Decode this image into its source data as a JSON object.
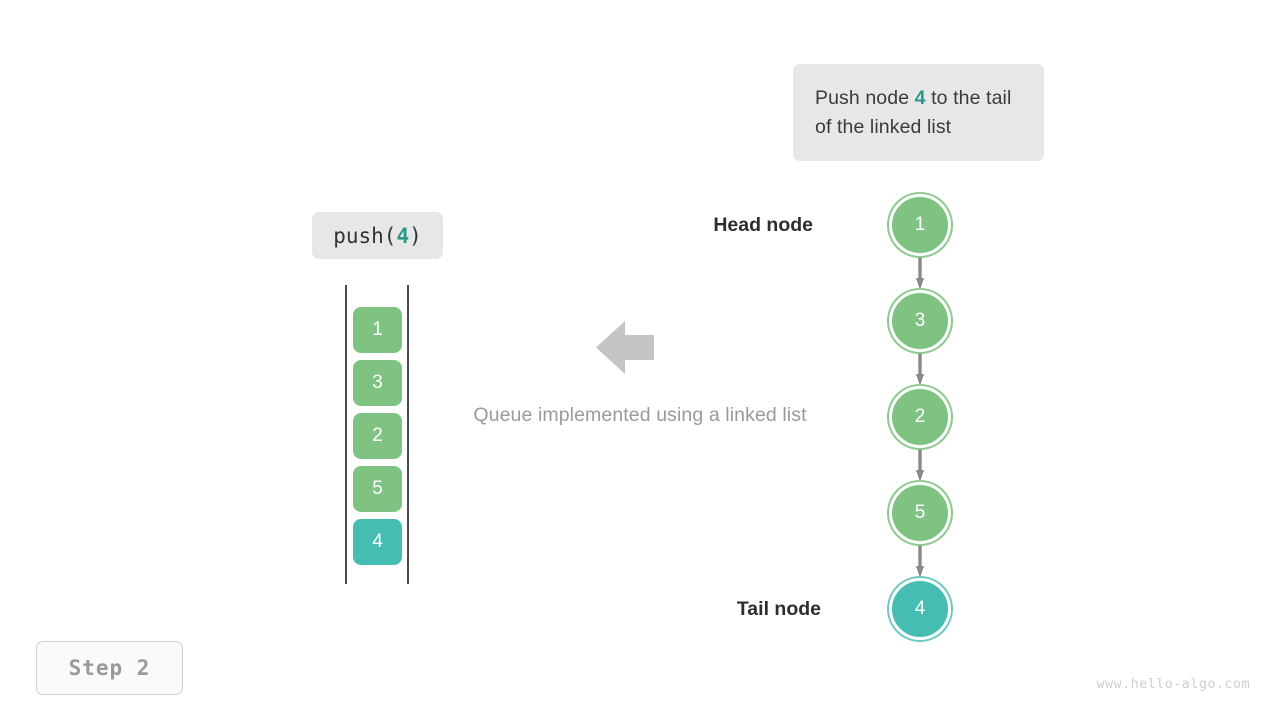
{
  "callout": {
    "text_before": "Push node ",
    "value": "4",
    "text_after": " to the tail of the linked list"
  },
  "operation": {
    "name": "push",
    "open_paren": "(",
    "argument": "4",
    "close_paren": ")"
  },
  "queue": {
    "caption": "Queue implemented using a linked list",
    "items": [
      {
        "value": "1",
        "state": "green"
      },
      {
        "value": "3",
        "state": "green"
      },
      {
        "value": "2",
        "state": "green"
      },
      {
        "value": "5",
        "state": "green"
      },
      {
        "value": "4",
        "state": "teal"
      }
    ]
  },
  "linked_list": {
    "head_label": "Head node",
    "tail_label": "Tail node",
    "nodes": [
      {
        "value": "1",
        "state": "green"
      },
      {
        "value": "3",
        "state": "green"
      },
      {
        "value": "2",
        "state": "green"
      },
      {
        "value": "5",
        "state": "green"
      },
      {
        "value": "4",
        "state": "teal"
      }
    ]
  },
  "step_badge": {
    "label": "Step 2"
  },
  "watermark": {
    "text": "www.hello-algo.com"
  },
  "colors": {
    "green": "#7fc383",
    "green_ring": "#8ec98f",
    "teal": "#45bdb3",
    "teal_ring": "#6ecac2",
    "accent_text": "#2a9a8a",
    "chip_bg": "#e7e7e7",
    "arrow_gray": "#8a8a8a",
    "big_arrow_gray": "#c4c4c4",
    "rail": "#4c4c4c",
    "caption_gray": "#9a9a9a"
  }
}
